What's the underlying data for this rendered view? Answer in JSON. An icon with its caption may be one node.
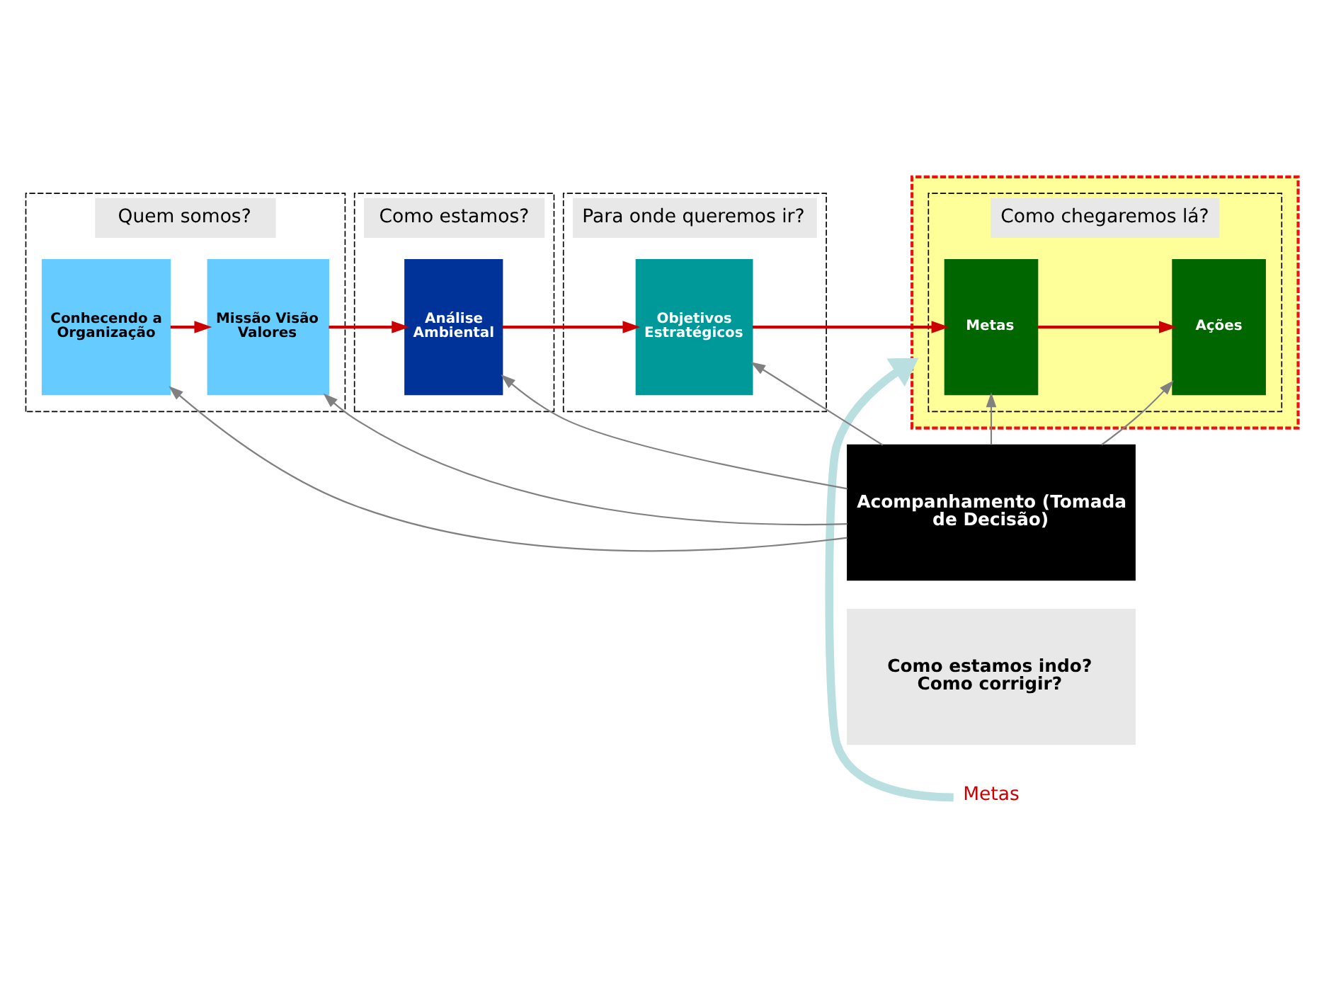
{
  "diagram": {
    "nodes": [
      {
        "text": [
          "Metas"
        ]
      },
      {
        "text": [
          "Quem somos?"
        ]
      },
      {
        "text": [
          "Conhecendo a Organização"
        ],
        "in": 1
      },
      {
        "text": [
          "Missão Visão Valores"
        ],
        "in": 1
      },
      {
        "text": [
          "Como estamos?"
        ]
      },
      {
        "text": [
          "Análise Ambiental"
        ],
        "in": 4
      },
      {
        "text": [
          "Para onde queremos ir?"
        ]
      },
      {
        "text": [
          "Objetivos Estratégicos"
        ],
        "in": 6
      },
      {
        "text": [],
        "shape": "box"
      },
      {
        "text": [
          "Como chegaremos lá?"
        ],
        "in": 8
      },
      {
        "text": [
          "Metas"
        ],
        "in": 9
      },
      {
        "text": [
          "Ações"
        ],
        "in": 9
      },
      {
        "text": [
          "Acompanhamento (Tomada de Decisão)"
        ]
      },
      {
        "text": [
          "Como estamos indo? Como corrigir?"
        ]
      }
    ],
    "edges": [
      {
        "from": 2,
        "to": 3,
        "arrow": "to",
        "color": "#cc0000"
      },
      {
        "from": 3,
        "to": 5,
        "arrow": "to",
        "color": "#cc0000"
      },
      {
        "from": 5,
        "to": 7,
        "arrow": "to",
        "color": "#cc0000"
      },
      {
        "from": 7,
        "to": 10,
        "arrow": "to",
        "color": "#cc0000"
      },
      {
        "from": 10,
        "to": 11,
        "arrow": "to",
        "color": "#cc0000"
      },
      {
        "from": 0,
        "to": 8,
        "arrow": "to",
        "style": "thick",
        "color": "#b9dfe1"
      },
      {
        "from": 12,
        "to": 2,
        "arrow": "to"
      },
      {
        "from": 12,
        "to": 3,
        "arrow": "to"
      },
      {
        "from": 12,
        "to": 5,
        "arrow": "to"
      },
      {
        "from": 12,
        "to": 7,
        "arrow": "to"
      },
      {
        "from": 12,
        "to": 10,
        "arrow": "to"
      },
      {
        "from": 12,
        "to": 11,
        "arrow": "to"
      }
    ]
  }
}
